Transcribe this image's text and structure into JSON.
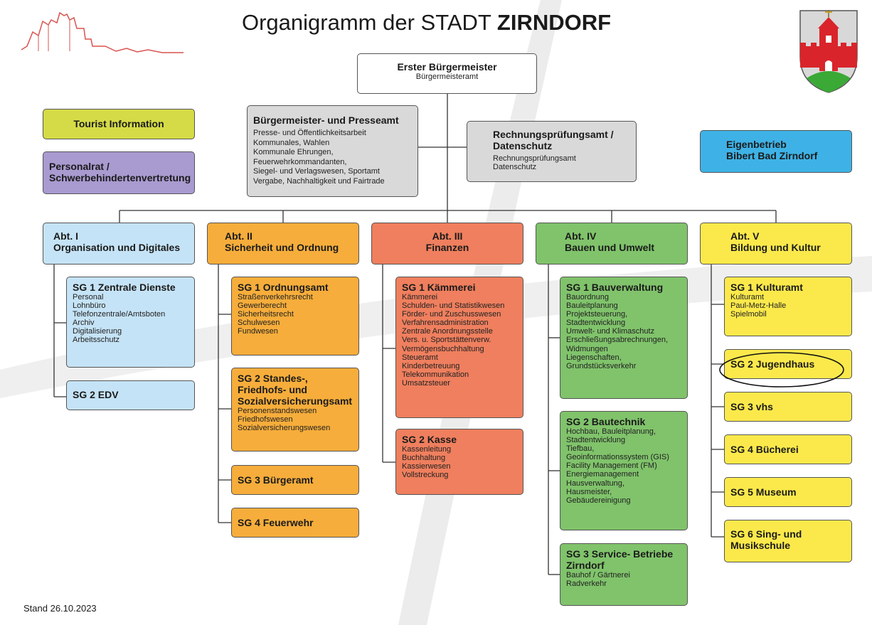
{
  "page": {
    "title_prefix": "Organigramm der STADT ",
    "title_bold": "ZIRNDORF",
    "footer": "Stand 26.10.2023",
    "logo_icon": "city-skyline-logo-icon",
    "crest_icon": "zirndorf-coat-of-arms-icon"
  },
  "top": {
    "mayor": {
      "title": "Erster Bürgermeister",
      "sub": "Bürgermeisteramt"
    },
    "press": {
      "title": "Bürgermeister- und Presseamt",
      "items": [
        "Presse- und Öffentlichkeitsarbeit",
        "Kommunales, Wahlen",
        "Kommunale Ehrungen,",
        "Feuerwehrkommandanten,",
        "Siegel- und Verlagswesen, Sportamt",
        "Vergabe, Nachhaltigkeit und Fairtrade"
      ]
    },
    "audit": {
      "title_line1": "Rechnungsprüfungsamt /",
      "title_line2": "Datenschutz",
      "items": [
        "Rechnungsprüfungsamt",
        "Datenschutz"
      ]
    },
    "tourist": {
      "title": "Tourist Information"
    },
    "council": {
      "title_line1": "Personalrat /",
      "title_line2": "Schwerbehindertenvertretung"
    },
    "bad": {
      "title_line1": "Eigenbetrieb",
      "title_line2": "Bibert Bad Zirndorf"
    }
  },
  "departments": {
    "abt1": {
      "title_line1": "Abt. I",
      "title_line2": "Organisation und Digitales",
      "sg1": {
        "title": "SG 1 Zentrale Dienste",
        "items": [
          "Personal",
          "Lohnbüro",
          "Telefonzentrale/Amtsboten",
          "Archiv",
          "Digitalisierung",
          "Arbeitsschutz"
        ]
      },
      "sg2": {
        "title": "SG 2 EDV"
      }
    },
    "abt2": {
      "title_line1": "Abt. II",
      "title_line2": "Sicherheit und Ordnung",
      "sg1": {
        "title": "SG 1 Ordnungsamt",
        "items": [
          "Straßenverkehrsrecht",
          "Gewerberecht",
          "Sicherheitsrecht",
          "Schulwesen",
          "Fundwesen"
        ]
      },
      "sg2": {
        "title_line1": "SG 2 Standes-,",
        "title_line2": "Friedhofs- und",
        "title_line3": "Sozialversicherungsamt",
        "items": [
          "Personenstandswesen",
          "Friedhofswesen",
          "Sozialversicherungswesen"
        ]
      },
      "sg3": {
        "title": "SG 3 Bürgeramt"
      },
      "sg4": {
        "title": "SG 4 Feuerwehr"
      }
    },
    "abt3": {
      "title_line1": "Abt. III",
      "title_line2": "Finanzen",
      "sg1": {
        "title": "SG 1 Kämmerei",
        "items": [
          "Kämmerei",
          "Schulden- und Statistikwesen",
          "Förder- und Zuschusswesen",
          "Verfahrensadministration",
          "Zentrale Anordnungsstelle",
          "Vers. u. Sportstättenverw.",
          "Vermögensbuchhaltung",
          "Steueramt",
          "Kinderbetreuung",
          "Telekommunikation",
          "Umsatzsteuer"
        ]
      },
      "sg2": {
        "title": "SG 2 Kasse",
        "items": [
          "Kassenleitung",
          "Buchhaltung",
          "Kassierwesen",
          "Vollstreckung"
        ]
      }
    },
    "abt4": {
      "title_line1": "Abt. IV",
      "title_line2": "Bauen und Umwelt",
      "sg1": {
        "title": "SG 1 Bauverwaltung",
        "items": [
          "Bauordnung",
          "Bauleitplanung",
          "Projektsteuerung,",
          "Stadtentwicklung",
          "Umwelt- und Klimaschutz",
          "Erschließungsabrechnungen,",
          "Widmungen",
          "Liegenschaften,",
          "Grundstücksverkehr"
        ]
      },
      "sg2": {
        "title": "SG 2 Bautechnik",
        "items": [
          "Hochbau, Bauleitplanung,",
          "Stadtentwicklung",
          "Tiefbau,",
          "Geoinformationssystem (GIS)",
          "Facility Management (FM)",
          "Energiemanagement",
          "Hausverwaltung,",
          "Hausmeister,",
          "Gebäudereinigung"
        ]
      },
      "sg3": {
        "title_line1": "SG 3  Service- Betriebe",
        "title_line2": "Zirndorf",
        "items": [
          "Bauhof / Gärtnerei",
          "Radverkehr"
        ]
      }
    },
    "abt5": {
      "title_line1": "Abt. V",
      "title_line2": "Bildung und Kultur",
      "sg1": {
        "title": "SG 1 Kulturamt",
        "items": [
          "Kulturamt",
          "Paul-Metz-Halle",
          "Spielmobil"
        ]
      },
      "sg2": {
        "title": "SG 2 Jugendhaus"
      },
      "sg3": {
        "title": "SG 3 vhs"
      },
      "sg4": {
        "title": "SG 4 Bücherei"
      },
      "sg5": {
        "title": "SG 5 Museum"
      },
      "sg6": {
        "title_line1": "SG 6 Sing- und",
        "title_line2": "Musikschule"
      }
    }
  },
  "colors": {
    "abt1": "#c5e3f6",
    "abt2": "#f6ad3b",
    "abt3": "#ef7f5e",
    "abt4": "#80c36b",
    "abt5": "#fbe94b",
    "grey": "#d9d9d9",
    "tourist": "#d5db46",
    "council": "#a99ad0",
    "bad": "#3eb2e6"
  }
}
